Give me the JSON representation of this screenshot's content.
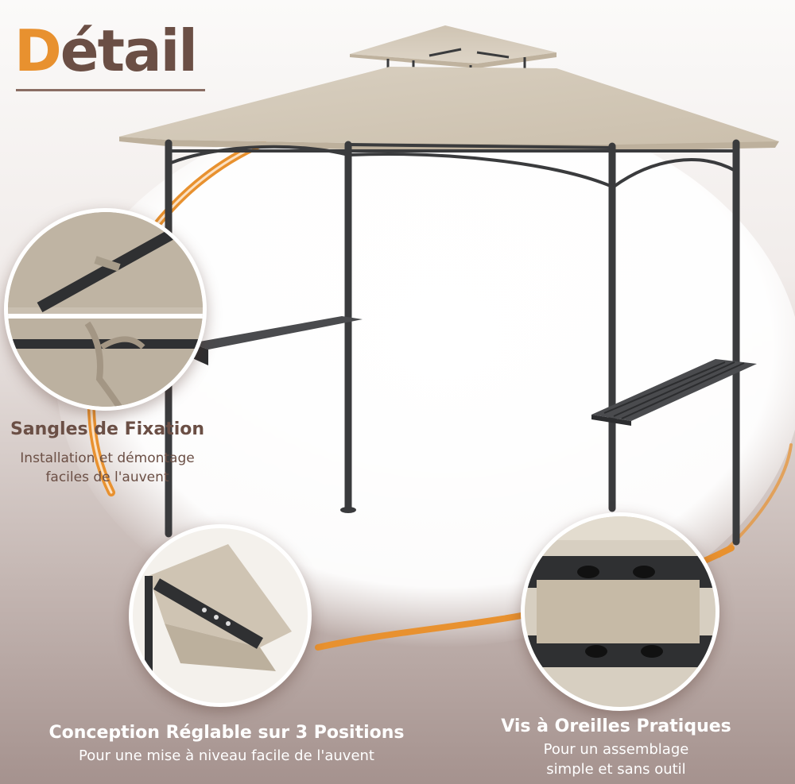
{
  "title": {
    "first_letter": "D",
    "rest": "étail"
  },
  "features": [
    {
      "heading": "Sangles de Fixation",
      "sub1": "Installation et démontage",
      "sub2": "faciles de l'auvent"
    },
    {
      "heading": "Conception Réglable sur 3 Positions",
      "sub1": "Pour une mise à niveau facile de l'auvent"
    },
    {
      "heading": "Vis à Oreilles Pratiques",
      "sub1": "Pour un assemblage",
      "sub2": "simple et sans outil"
    }
  ],
  "colors": {
    "accent": "#e8912f",
    "brand_brown": "#6b4f45",
    "canopy": "#d6ccbc",
    "frame": "#3a3b3d"
  }
}
